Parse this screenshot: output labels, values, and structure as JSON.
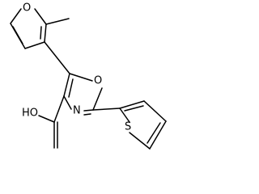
{
  "structure": {
    "atoms": {
      "furan_oxygen": "O",
      "oxazole_oxygen": "O",
      "oxazole_nitrogen": "N",
      "thiophene_sulfur": "S",
      "carboxyl_group": "HO"
    }
  }
}
